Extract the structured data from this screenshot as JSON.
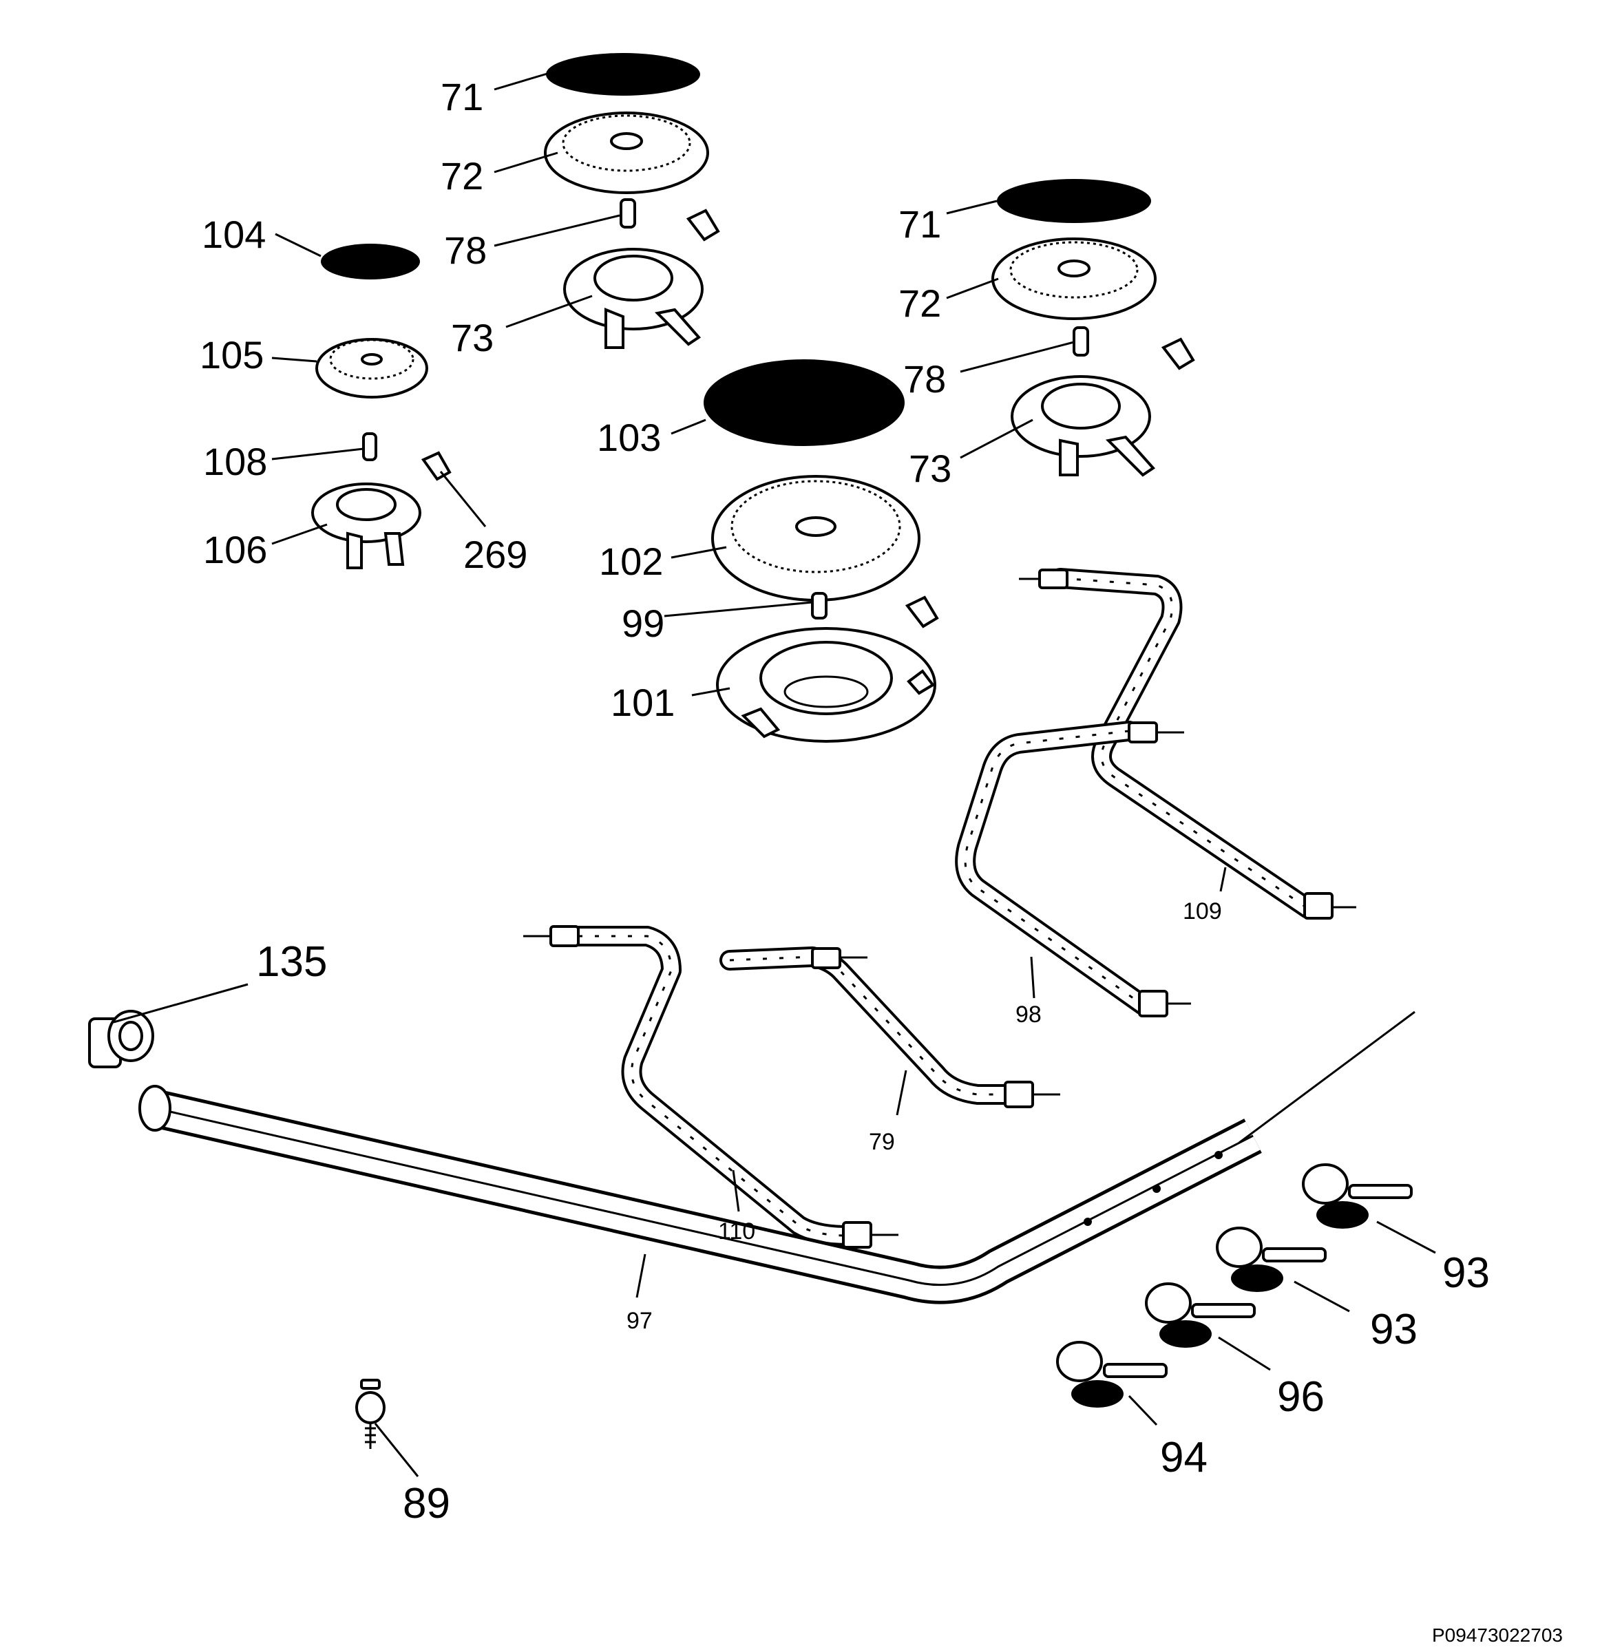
{
  "labels": {
    "c71a": "71",
    "c72a": "72",
    "c78a": "78",
    "c73a": "73",
    "c71b": "71",
    "c72b": "72",
    "c78b": "78",
    "c73b": "73",
    "c104": "104",
    "c105": "105",
    "c108": "108",
    "c106": "106",
    "c269": "269",
    "c103": "103",
    "c102": "102",
    "c99": "99",
    "c101": "101",
    "c109": "109",
    "c98": "98",
    "c79": "79",
    "c110": "110",
    "c97": "97",
    "c135": "135",
    "c89": "89",
    "c93a": "93",
    "c93b": "93",
    "c96": "96",
    "c94": "94"
  },
  "reference_code": "P09473022703",
  "icons": [
    "burner-cap-icon",
    "burner-head-icon",
    "burner-crown-icon",
    "injector-icon",
    "ignition-plug-icon",
    "gas-pipe-icon",
    "gas-valve-icon",
    "elbow-fitting-icon",
    "screw-icon"
  ],
  "colors": {
    "ink": "#000000",
    "background": "#ffffff"
  }
}
